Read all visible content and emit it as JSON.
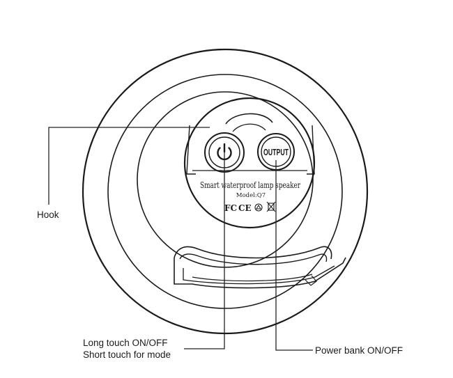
{
  "device": {
    "product_name": "Smart waterproof lamp speaker",
    "model": "Model:Q7",
    "certifications": [
      "FC",
      "CE",
      "recycle",
      "weee-bin"
    ],
    "buttons": {
      "power": {
        "icon": "power-icon"
      },
      "output": {
        "label": "OUTPUT"
      }
    }
  },
  "callouts": {
    "hook": "Hook",
    "power_button_line1": "Long touch ON/OFF",
    "power_button_line2": "Short touch for mode",
    "output_button": "Power bank ON/OFF"
  }
}
